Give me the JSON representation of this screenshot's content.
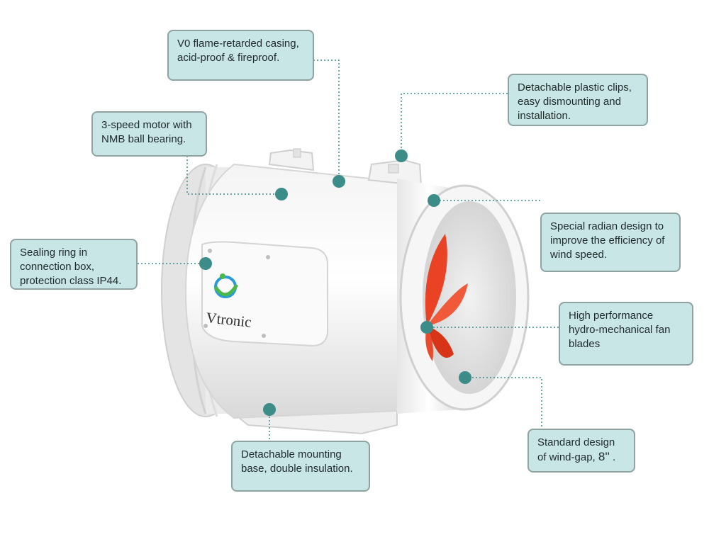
{
  "colors": {
    "callout_fill": "#c8e6e6",
    "callout_border": "#8fa3a3",
    "marker": "#3c8c89",
    "leader": "#3c8c89",
    "blade": "#ea4225"
  },
  "product": {
    "brand": "Vtronic"
  },
  "callouts": {
    "casing": {
      "line1": "V0 flame-retarded casing,",
      "line2": "acid-proof & fireproof."
    },
    "clips": {
      "line1": "Detachable plastic clips,",
      "line2": "easy dismounting and",
      "line3": "installation."
    },
    "motor": {
      "line1": "3-speed motor with",
      "line2": "NMB ball bearing."
    },
    "radian": {
      "line1": "Special radian design to",
      "line2": "improve the efficiency of",
      "line3": "wind speed."
    },
    "sealing": {
      "line1": "Sealing ring in",
      "line2": "connection box,",
      "line3": "protection class IP44."
    },
    "blades": {
      "line1": "High performance",
      "line2": "hydro-mechanical fan",
      "line3": "blades"
    },
    "base": {
      "line1": "Detachable mounting",
      "line2": "base, double insulation."
    },
    "windgap": {
      "line1": "Standard design",
      "line2_prefix": "of wind-gap, ",
      "line2_size": "8''",
      "line2_suffix": " ."
    }
  }
}
